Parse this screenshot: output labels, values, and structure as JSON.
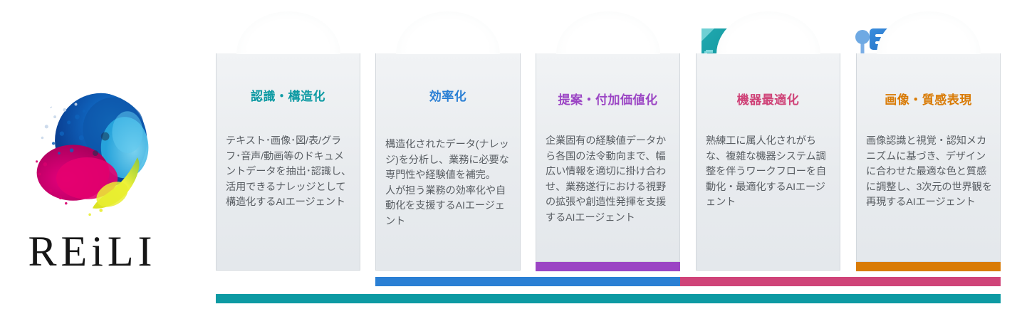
{
  "logo": {
    "name": "REiLI",
    "wordmark": "REiLI",
    "colors": {
      "blue": "#0b62bd",
      "cyan": "#29a8e0",
      "magenta": "#d6006e",
      "yellow": "#e4e829",
      "green": "#8cc63e"
    }
  },
  "cards": [
    {
      "id": "recognition-structuring",
      "title": "認識・構造化",
      "color": "#0d9aa3",
      "icon": "document-icon",
      "body": "テキスト･画像･図/表/グラフ･音声/動画等のドキュメントデータを抽出･認識し、活用できるナレッジとして構造化するAIエージェント"
    },
    {
      "id": "efficiency",
      "title": "効率化",
      "color": "#2a7fd4",
      "icon": "workflow-icon",
      "body": "構造化されたデータ(ナレッジ)を分析し、業務に必要な専門性や経験値を補完。\n人が担う業務の効率化や自動化を支援するAIエージェント"
    },
    {
      "id": "proposal-value-add",
      "title": "提案・付加価値化",
      "color": "#9b45c4",
      "icon": "lightbulb-insight-icon",
      "body": "企業固有の経験値データから各国の法令動向まで、幅広い情報を適切に掛け合わせ、業務遂行における視野の拡張や創造性発揮を支援するAIエージェント"
    },
    {
      "id": "equipment-optimization",
      "title": "機器最適化",
      "color": "#cf4378",
      "icon": "gears-gauge-icon",
      "body": "熟練工に属人化されがちな、複雑な機器システム調整を伴うワークフローを自動化・最適化するAIエージェント"
    },
    {
      "id": "image-texture-expression",
      "title": "画像・質感表現",
      "color": "#d97b06",
      "icon": "image-adjust-icon",
      "body": "画像認識と視覚・認知メカニズムに基づき、デザインに合わせた最適な色と質感に調整し、3次元の世界観を再現するAIエージェント"
    }
  ],
  "bars": [
    {
      "id": "bar-orange",
      "color": "#d97b06"
    },
    {
      "id": "bar-purple",
      "color": "#9b45c4"
    },
    {
      "id": "bar-pink",
      "color": "#cf4378"
    },
    {
      "id": "bar-blue",
      "color": "#2a7fd4"
    },
    {
      "id": "bar-teal",
      "color": "#0d9aa3"
    }
  ]
}
